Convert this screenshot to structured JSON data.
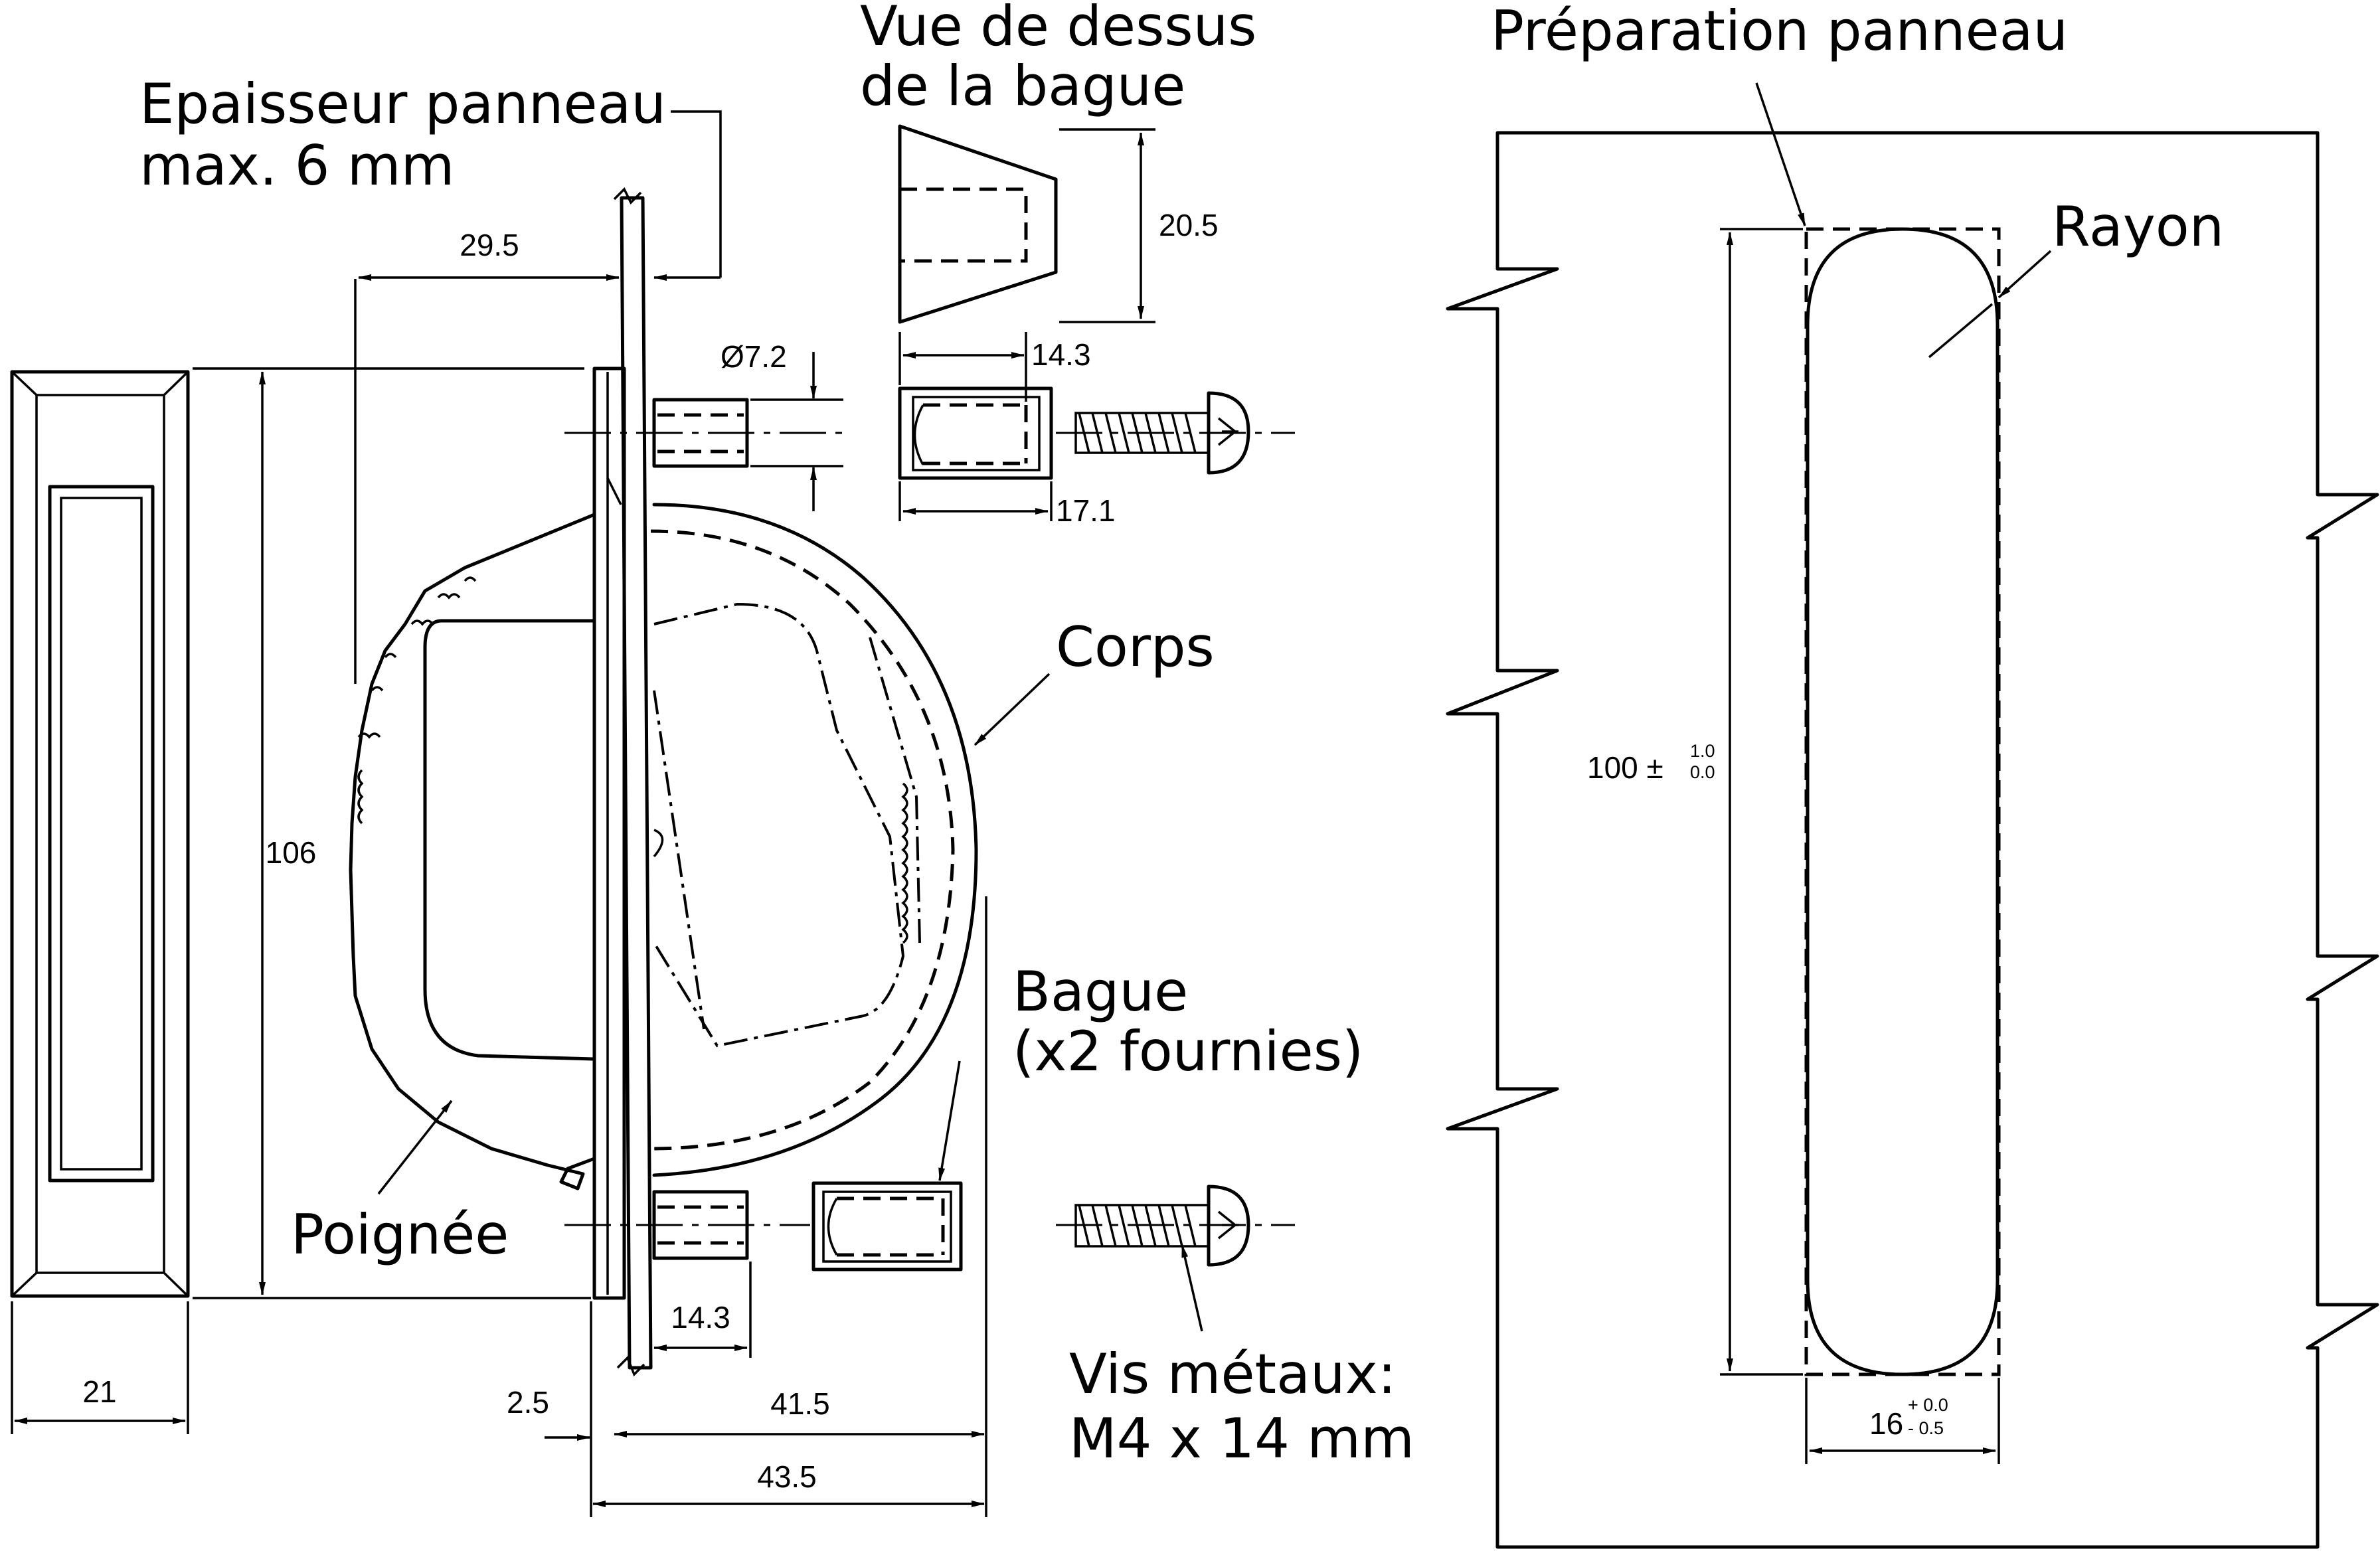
{
  "labels": {
    "vue_dessus_line1": "Vue de dessus",
    "vue_dessus_line2": "de la bague",
    "preparation_panneau": "Préparation panneau",
    "epaisseur_line1": "Epaisseur panneau",
    "epaisseur_line2": "max. 6 mm",
    "rayon": "Rayon",
    "corps": "Corps",
    "bague_line1": "Bague",
    "bague_line2": "(x2 fournies)",
    "poignee": "Poignée",
    "vis_line1": "Vis métaux:",
    "vis_line2": "M4 x 14 mm"
  },
  "dimensions": {
    "d_29_5": "29.5",
    "d_20_5": "20.5",
    "d_7_2": "Ø7.2",
    "d_14_3_top": "14.3",
    "d_17_1": "17.1",
    "d_106": "106",
    "d_14_3_bottom": "14.3",
    "d_21": "21",
    "d_2_5": "2.5",
    "d_41_5": "41.5",
    "d_43_5": "43.5",
    "d_100_main": "100 ±",
    "d_100_tol_upper": "1.0",
    "d_100_tol_lower": "0.0",
    "d_16_main": "16",
    "d_16_tol_upper": "+ 0.0",
    "d_16_tol_lower": "- 0.5"
  }
}
